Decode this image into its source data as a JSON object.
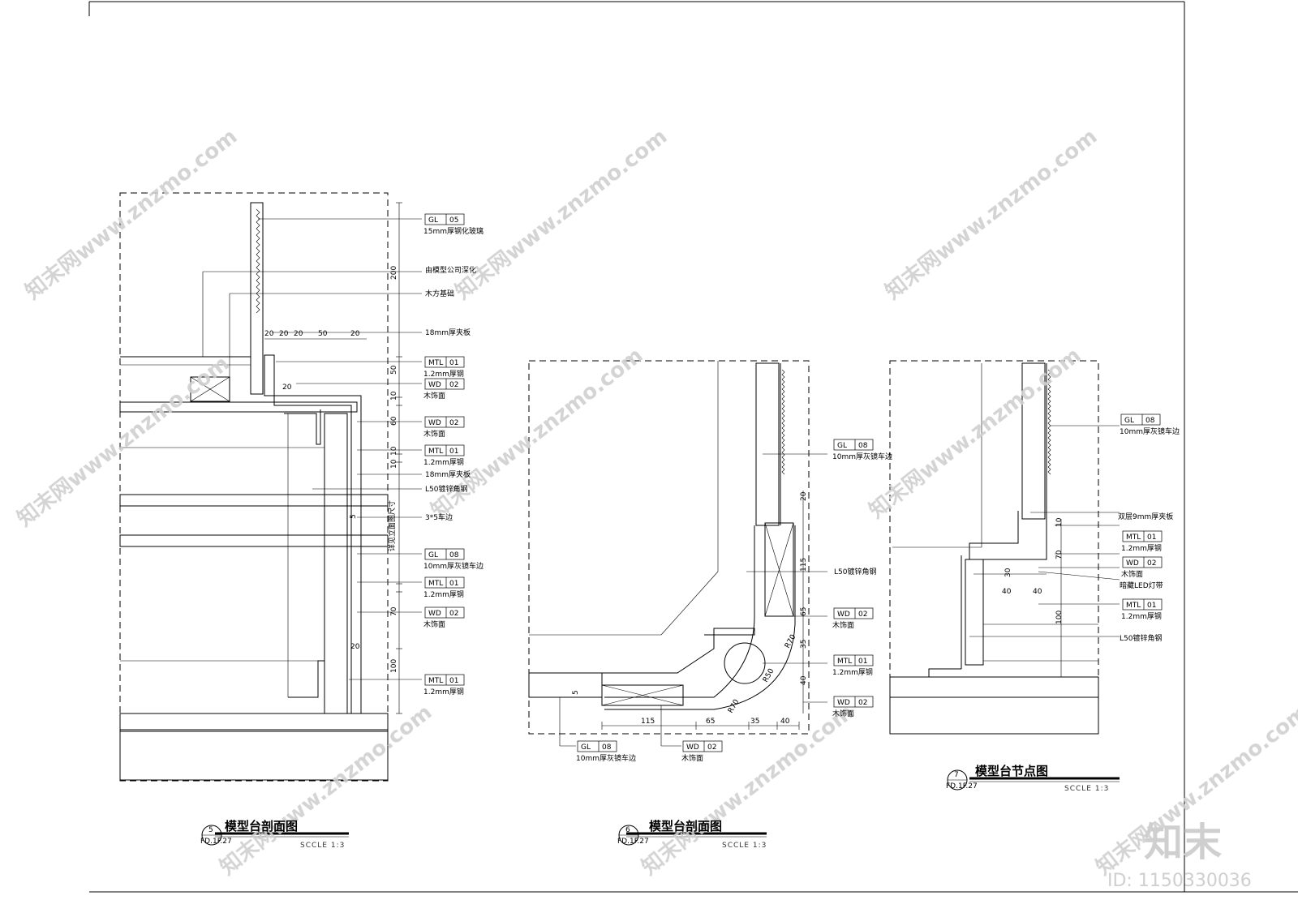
{
  "drawings": [
    {
      "id": "5",
      "ref": "FD.1F.27",
      "title": "模型台剖面图",
      "scale": "SCCLE  1:3",
      "callouts": [
        {
          "code": "GL",
          "num": "05",
          "note": "15mm厚钢化玻璃"
        },
        {
          "code": "",
          "num": "",
          "note": "由模型公司深化"
        },
        {
          "code": "",
          "num": "",
          "note": "木方基础"
        },
        {
          "code": "",
          "num": "",
          "note": "18mm厚夹板"
        },
        {
          "code": "MTL",
          "num": "01",
          "note": "1.2mm厚钢"
        },
        {
          "code": "WD",
          "num": "02",
          "note": "木饰面"
        },
        {
          "code": "WD",
          "num": "02",
          "note": "木饰面"
        },
        {
          "code": "MTL",
          "num": "01",
          "note": "1.2mm厚钢"
        },
        {
          "code": "",
          "num": "",
          "note": "18mm厚夹板"
        },
        {
          "code": "",
          "num": "",
          "note": "L50镀锌角钢"
        },
        {
          "code": "",
          "num": "",
          "note": "3*5车边"
        },
        {
          "code": "GL",
          "num": "08",
          "note": "10mm厚灰镜车边"
        },
        {
          "code": "MTL",
          "num": "01",
          "note": "1.2mm厚钢"
        },
        {
          "code": "WD",
          "num": "02",
          "note": "木饰面"
        },
        {
          "code": "MTL",
          "num": "01",
          "note": "1.2mm厚钢"
        }
      ],
      "dims_top": [
        "20",
        "20",
        "20",
        "50",
        "20"
      ],
      "dims_right": [
        "200",
        "50",
        "10",
        "60",
        "10",
        "10",
        "70",
        "100"
      ],
      "dims_misc": [
        "20",
        "20",
        "5"
      ],
      "vertical_note": "详见立面图尺寸"
    },
    {
      "id": "6",
      "ref": "FD.1F.27",
      "title": "模型台剖面图",
      "scale": "SCCLE  1:3",
      "callouts": [
        {
          "code": "GL",
          "num": "08",
          "note": "10mm厚灰镜车边"
        },
        {
          "code": "",
          "num": "",
          "note": "L50镀锌角钢"
        },
        {
          "code": "WD",
          "num": "02",
          "note": "木饰面"
        },
        {
          "code": "MTL",
          "num": "01",
          "note": "1.2mm厚钢"
        },
        {
          "code": "WD",
          "num": "02",
          "note": "木饰面"
        },
        {
          "code": "GL",
          "num": "08",
          "note": "10mm厚灰镜车边"
        },
        {
          "code": "WD",
          "num": "02",
          "note": "木饰面"
        }
      ],
      "dims_bottom": [
        "115",
        "65",
        "35",
        "40"
      ],
      "dims_right": [
        "20",
        "115",
        "65",
        "35",
        "40"
      ],
      "dims_misc": [
        "5"
      ],
      "radii": [
        "R70",
        "R50",
        "R70"
      ]
    },
    {
      "id": "7",
      "ref": "FD.1F.27",
      "title": "模型台节点图",
      "scale": "SCCLE  1:3",
      "callouts": [
        {
          "code": "GL",
          "num": "08",
          "note": "10mm厚灰镜车边"
        },
        {
          "code": "",
          "num": "",
          "note": "双层9mm厚夹板"
        },
        {
          "code": "MTL",
          "num": "01",
          "note": "1.2mm厚钢"
        },
        {
          "code": "WD",
          "num": "02",
          "note": "木饰面"
        },
        {
          "code": "",
          "num": "",
          "note": "暗藏LED灯带"
        },
        {
          "code": "MTL",
          "num": "01",
          "note": "1.2mm厚钢"
        },
        {
          "code": "",
          "num": "",
          "note": "L50镀锌角钢"
        }
      ],
      "dims_right": [
        "10",
        "70",
        "100"
      ],
      "dims_misc": [
        "30",
        "40",
        "40"
      ]
    }
  ],
  "watermark": {
    "text": "知末网www.znzmo.com",
    "logo": "知末",
    "id_label": "ID: 1150330036"
  }
}
